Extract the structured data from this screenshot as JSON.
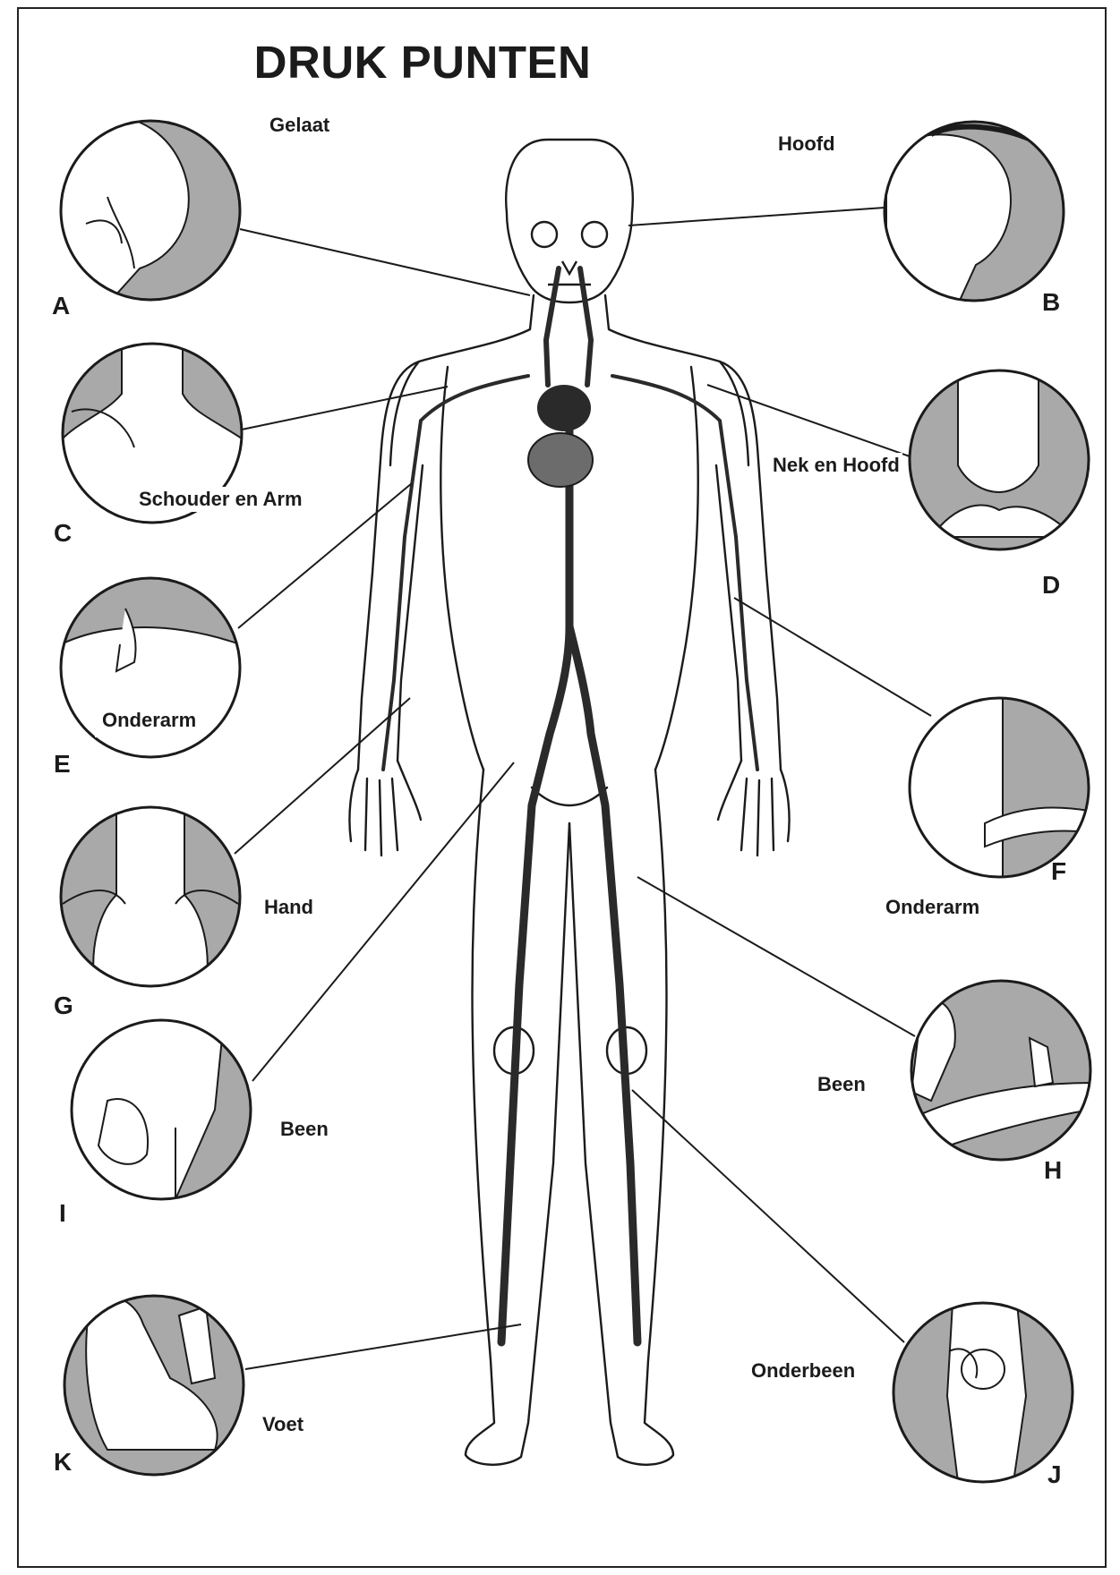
{
  "title": "DRUK PUNTEN",
  "pressure_points": [
    {
      "letter": "A",
      "label": "Gelaat"
    },
    {
      "letter": "B",
      "label": "Hoofd"
    },
    {
      "letter": "C",
      "label": "Schouder en Arm"
    },
    {
      "letter": "D",
      "label": "Nek en Hoofd"
    },
    {
      "letter": "E",
      "label": "Onderarm"
    },
    {
      "letter": "F",
      "label": "Onderarm"
    },
    {
      "letter": "G",
      "label": "Hand"
    },
    {
      "letter": "H",
      "label": "Been"
    },
    {
      "letter": "I",
      "label": "Been"
    },
    {
      "letter": "J",
      "label": "Onderbeen"
    },
    {
      "letter": "K",
      "label": "Voet"
    }
  ],
  "colors": {
    "line": "#1b1b1b",
    "artery": "#2a2a2a",
    "heart": "#6c6c6c",
    "inset_shade": "#a9a9a9",
    "background": "#ffffff"
  }
}
